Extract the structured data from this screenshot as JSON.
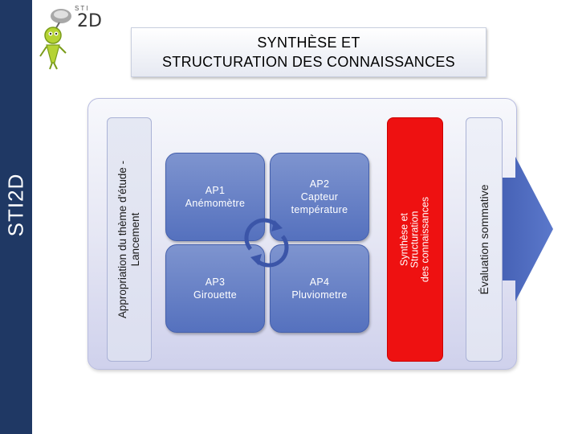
{
  "sidebar": {
    "label": "STI2D"
  },
  "logo": {
    "small_text": "STI",
    "big_text": "2D"
  },
  "title": {
    "line1": "SYNTHÈSE ET",
    "line2": "STRUCTURATION DES CONNAISSANCES"
  },
  "bands": {
    "appropriation": {
      "line1": "Appropriation du thème d'étude -",
      "line2": "Lancement"
    },
    "synthese": {
      "line1": "Synthèse et",
      "line2": "Structuration",
      "line3": "des connaissances"
    },
    "evaluation": {
      "label": "Évaluation sommative"
    }
  },
  "activities": [
    {
      "code": "AP1",
      "name": "Anémomètre"
    },
    {
      "code": "AP2",
      "name": "Capteur",
      "name2": "température"
    },
    {
      "code": "AP3",
      "name": "Girouette"
    },
    {
      "code": "AP4",
      "name": "Pluviometre"
    }
  ],
  "colors": {
    "sidebar": "#1f3864",
    "activity_blue": "#5f7cc4",
    "synthese_red": "#ee1111"
  },
  "icons": {
    "cycle": "cycle-arrows-icon",
    "logo": "robot-mascot-icon"
  }
}
